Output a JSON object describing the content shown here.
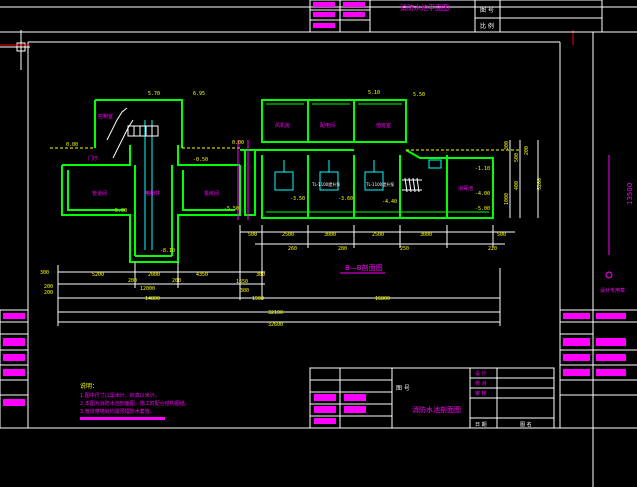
{
  "colors": {
    "background": "#000000",
    "frame": "#ffffff",
    "structure": "#00ff00",
    "dimension": "#00ff00",
    "text_yellow": "#ffff00",
    "text_magenta": "#ff00ff",
    "equipment": "#00ffff",
    "axis_red": "#ff0000"
  },
  "drawing": {
    "section_title": "B—B剖面图",
    "top_title": "消防水池平面图",
    "elevations": {
      "roof_left": "5.70",
      "roof_left_b": "6.95",
      "roof_right_a": "5.10",
      "roof_right_b": "5.50",
      "ground_left": "0.00",
      "ground_mid": "-0.50",
      "ground_right": "0.00",
      "floor_left": "-5.00",
      "floor_mid": "-5.50",
      "floor_pit": "-8.10",
      "water_a": "-3.50",
      "water_b": "-3.60",
      "water_c": "-4.40",
      "right_a": "-1.10",
      "right_b": "-4.00",
      "right_c": "-5.00"
    },
    "rooms": {
      "r1": "控制室",
      "r2": "门厅",
      "r3": "管道间",
      "r4": "格栅井",
      "r5": "泵房间",
      "r6": "风机房",
      "r7": "配电间",
      "r8": "值班室",
      "r9": "消毒池"
    },
    "equipment_labels": {
      "e1": "TL-1100提升泵",
      "e2": "TL-1100提升泵"
    },
    "dims_row_1": [
      "500",
      "2500",
      "3000",
      "2500",
      "3000",
      "500"
    ],
    "dims_row_2": [
      "260",
      "280",
      "250",
      "220"
    ],
    "dims_left_1": [
      "300",
      "5200",
      "2000",
      "4350",
      "300"
    ],
    "dims_left_2": [
      "200",
      "200",
      "200",
      "1650"
    ],
    "dims_total_1": [
      "200",
      "12000",
      "300"
    ],
    "dims_total_2": [
      "14800",
      "1500",
      "16800"
    ],
    "dims_total_3": "32100",
    "dims_total_4": "32600",
    "dims_vertical": [
      "300",
      "500",
      "200",
      "400",
      "5200",
      "1000"
    ],
    "right_vertical": "13500",
    "notes_title": "说明：",
    "notes": [
      "1.图中尺寸以毫米计，标高以米计。",
      "2.本图为消防水池剖面图，施工时配合结构图纸。",
      "3.管道穿墙处均需预埋防水套管。"
    ],
    "title_block": {
      "label_a": "图 号",
      "label_b": "图 名",
      "drawing_name": "消防水池剖面图",
      "fields": [
        "设 计",
        "校 对",
        "审 核",
        "日 期"
      ]
    },
    "top_block": {
      "title": "消防水池平面图",
      "label_a": "图 号",
      "label_b": "比 例"
    },
    "right_stamp": "设计专用章"
  }
}
